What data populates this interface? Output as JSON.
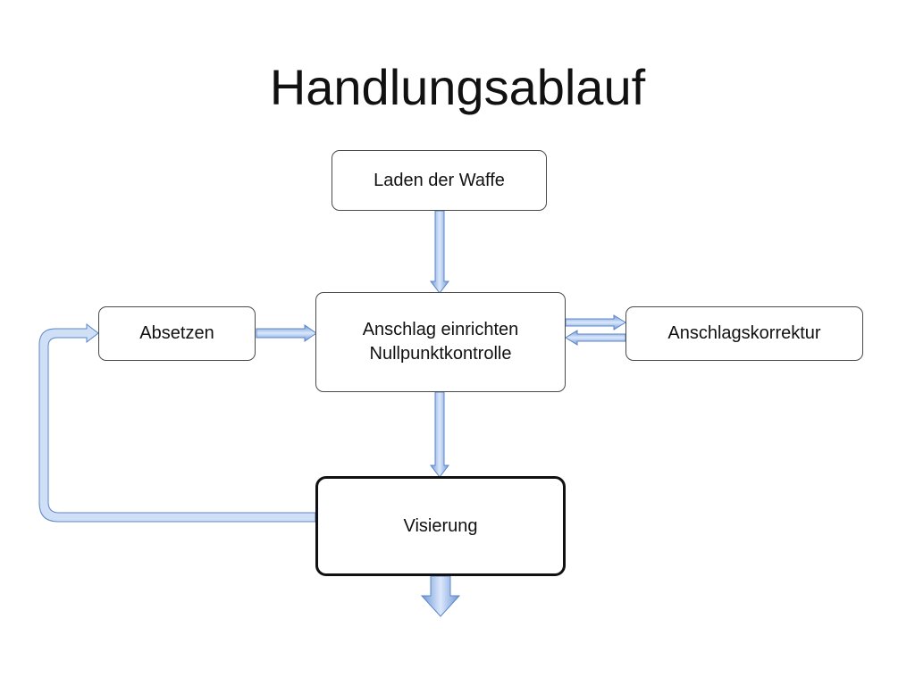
{
  "title": "Handlungsablauf",
  "nodes": {
    "laden": "Laden der Waffe",
    "anschlag_line1": "Anschlag einrichten",
    "anschlag_line2": "Nullpunktkontrolle",
    "absetzen": "Absetzen",
    "korrektur": "Anschlagskorrektur",
    "visierung": "Visierung"
  },
  "edges": [
    {
      "from": "Laden der Waffe",
      "to": "Anschlag einrichten Nullpunktkontrolle"
    },
    {
      "from": "Absetzen",
      "to": "Anschlag einrichten Nullpunktkontrolle"
    },
    {
      "from": "Anschlag einrichten Nullpunktkontrolle",
      "to": "Anschlagskorrektur"
    },
    {
      "from": "Anschlagskorrektur",
      "to": "Anschlag einrichten Nullpunktkontrolle"
    },
    {
      "from": "Anschlag einrichten Nullpunktkontrolle",
      "to": "Visierung"
    },
    {
      "from": "Visierung",
      "to": "Absetzen"
    },
    {
      "from": "Visierung",
      "to": ""
    }
  ],
  "colors": {
    "arrow_fill": "#a9c6ef",
    "arrow_edge": "#5b86c9",
    "text": "#111111"
  }
}
